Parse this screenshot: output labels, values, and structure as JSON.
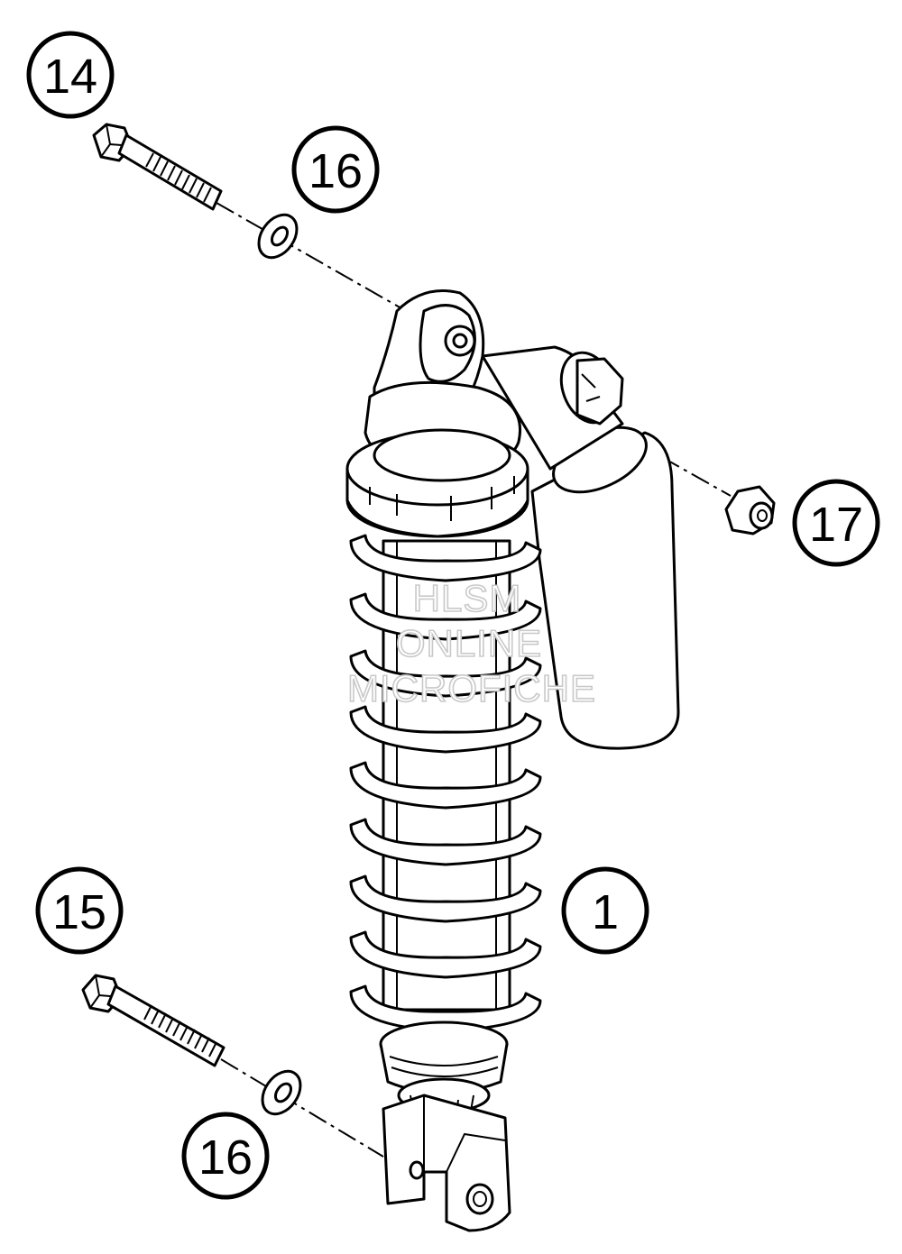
{
  "callouts": {
    "c14": "14",
    "c16_top": "16",
    "c17": "17",
    "c1": "1",
    "c15": "15",
    "c16_bottom": "16"
  },
  "watermark": {
    "line1": "HLSM",
    "line2": "ONLINE",
    "line3": "MICROFICHE"
  }
}
